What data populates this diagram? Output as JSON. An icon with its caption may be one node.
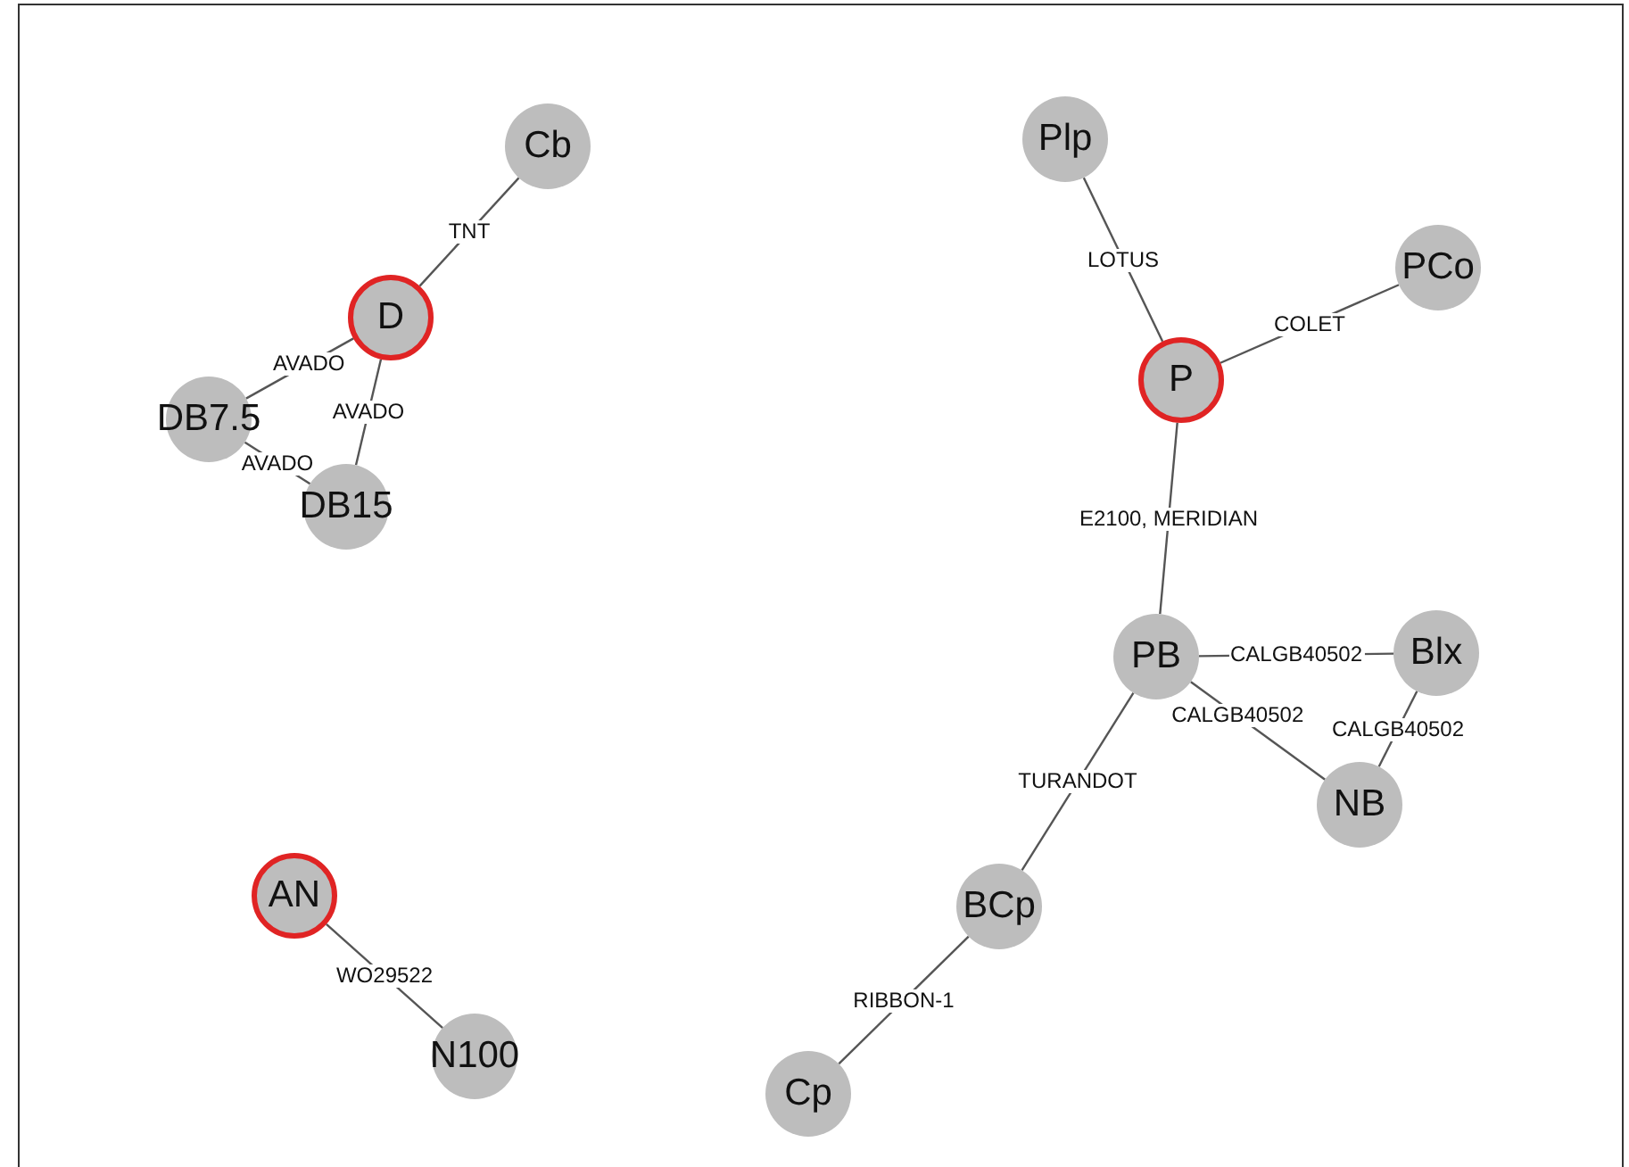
{
  "diagram": {
    "nodes": [
      {
        "text": [
          "Cb"
        ]
      },
      {
        "text": [
          "D"
        ]
      },
      {
        "text": [
          "DB7.5"
        ]
      },
      {
        "text": [
          "DB15"
        ]
      },
      {
        "text": [
          "Plp"
        ]
      },
      {
        "text": [
          "PCo"
        ]
      },
      {
        "text": [
          "P"
        ]
      },
      {
        "text": [
          "PB"
        ]
      },
      {
        "text": [
          "Blx"
        ]
      },
      {
        "text": [
          "NB"
        ]
      },
      {
        "text": [
          "AN"
        ]
      },
      {
        "text": [
          "N100"
        ]
      },
      {
        "text": [
          "BCp"
        ]
      },
      {
        "text": [
          "Cp"
        ]
      }
    ],
    "edges": [
      {
        "from": 0,
        "to": 1,
        "arrow": "none",
        "label": "TNT"
      },
      {
        "from": 1,
        "to": 2,
        "arrow": "none",
        "label": "AVADO"
      },
      {
        "from": 1,
        "to": 3,
        "arrow": "none",
        "label": "AVADO"
      },
      {
        "from": 2,
        "to": 3,
        "arrow": "none",
        "label": "AVADO"
      },
      {
        "from": 4,
        "to": 6,
        "arrow": "none",
        "label": "LOTUS"
      },
      {
        "from": 6,
        "to": 5,
        "arrow": "none",
        "label": "COLET"
      },
      {
        "from": 6,
        "to": 7,
        "arrow": "none",
        "label": "E2100, MERIDIAN"
      },
      {
        "from": 7,
        "to": 8,
        "arrow": "none",
        "label": "CALGB40502"
      },
      {
        "from": 7,
        "to": 9,
        "arrow": "none",
        "label": "CALGB40502"
      },
      {
        "from": 8,
        "to": 9,
        "arrow": "none",
        "label": "CALGB40502"
      },
      {
        "from": 7,
        "to": 12,
        "arrow": "none",
        "label": "TURANDOT"
      },
      {
        "from": 12,
        "to": 13,
        "arrow": "none",
        "label": "RIBBON-1"
      },
      {
        "from": 10,
        "to": 11,
        "arrow": "none",
        "label": "WO29522"
      }
    ]
  }
}
